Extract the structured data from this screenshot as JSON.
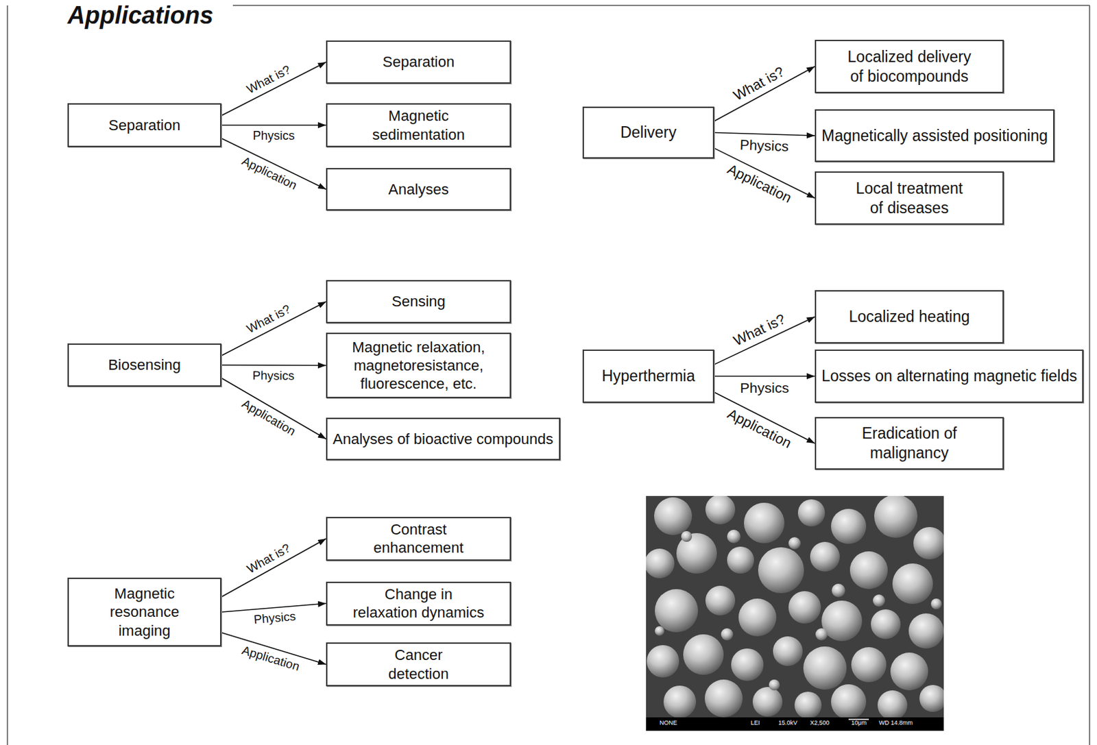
{
  "diagram": {
    "title": "Applications",
    "nodes": [
      {
        "text": [
          "Separation"
        ]
      },
      {
        "text": [
          "Separation"
        ]
      },
      {
        "text": [
          "Magnetic sedimentation"
        ]
      },
      {
        "text": [
          "Analyses"
        ]
      },
      {
        "text": [
          "Delivery"
        ]
      },
      {
        "text": [
          "Localized delivery of biocompounds"
        ]
      },
      {
        "text": [
          "Magnetically assisted positioning"
        ]
      },
      {
        "text": [
          "Local treatment of diseases"
        ]
      },
      {
        "text": [
          "Biosensing"
        ]
      },
      {
        "text": [
          "Sensing"
        ]
      },
      {
        "text": [
          "Magnetic relaxation, magnetoresistance, fluorescence, etc."
        ]
      },
      {
        "text": [
          "Analyses of bioactive compounds"
        ]
      },
      {
        "text": [
          "Hyperthermia"
        ]
      },
      {
        "text": [
          "Localized heating"
        ]
      },
      {
        "text": [
          "Losses on alternating magnetic fields"
        ]
      },
      {
        "text": [
          "Eradication of malignancy"
        ]
      },
      {
        "text": [
          "Magnetic resonance imaging"
        ]
      },
      {
        "text": [
          "Contrast enhancement"
        ]
      },
      {
        "text": [
          "Change in relaxation dynamics"
        ]
      },
      {
        "text": [
          "Cancer detection"
        ]
      }
    ],
    "edges": [
      {
        "from": 0,
        "to": 1,
        "label": "What is?",
        "arrow": "to"
      },
      {
        "from": 0,
        "to": 2,
        "label": "Physics",
        "arrow": "to"
      },
      {
        "from": 0,
        "to": 3,
        "label": "Application",
        "arrow": "to"
      },
      {
        "from": 4,
        "to": 5,
        "label": "What is?",
        "arrow": "to"
      },
      {
        "from": 4,
        "to": 6,
        "label": "Physics",
        "arrow": "to"
      },
      {
        "from": 4,
        "to": 7,
        "label": "Application",
        "arrow": "to"
      },
      {
        "from": 8,
        "to": 9,
        "label": "What is?",
        "arrow": "to"
      },
      {
        "from": 8,
        "to": 10,
        "label": "Physics",
        "arrow": "to"
      },
      {
        "from": 8,
        "to": 11,
        "label": "Application",
        "arrow": "to"
      },
      {
        "from": 12,
        "to": 13,
        "label": "What is?",
        "arrow": "to"
      },
      {
        "from": 12,
        "to": 14,
        "label": "Physics",
        "arrow": "to"
      },
      {
        "from": 12,
        "to": 15,
        "label": "Application",
        "arrow": "to"
      },
      {
        "from": 16,
        "to": 17,
        "label": "What is?",
        "arrow": "to"
      },
      {
        "from": 16,
        "to": 18,
        "label": "Physics",
        "arrow": "to"
      },
      {
        "from": 16,
        "to": 19,
        "label": "Application",
        "arrow": "to"
      }
    ],
    "labels": [
      "NONE",
      "LEI",
      "15.0kV",
      "X2,500",
      "10μm",
      "WD 14.8mm"
    ]
  }
}
